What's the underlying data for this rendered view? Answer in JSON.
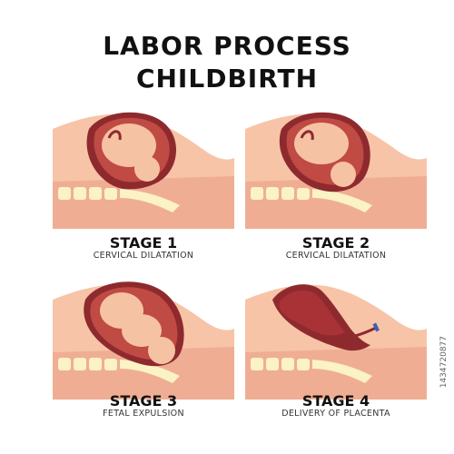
{
  "title_line1": "LABOR PROCESS",
  "title_line2": "CHILDBIRTH",
  "stages": [
    {
      "label": "STAGE 1",
      "sub": "CERVICAL DILATATION"
    },
    {
      "label": "STAGE 2",
      "sub": "CERVICAL DILATATION"
    },
    {
      "label": "STAGE 3",
      "sub": "FETAL EXPULSION"
    },
    {
      "label": "STAGE 4",
      "sub": "DELIVERY OF PLACENTA"
    }
  ],
  "watermark_id": "1434720877",
  "colors": {
    "skin": "#F7C4A8",
    "skin_dark": "#EFAE93",
    "uterus": "#8E2A2E",
    "uterus_inner": "#C04A44",
    "fetus": "#F6C2A4",
    "spine": "#FBF2C6",
    "cord": "#3B5FB5"
  }
}
